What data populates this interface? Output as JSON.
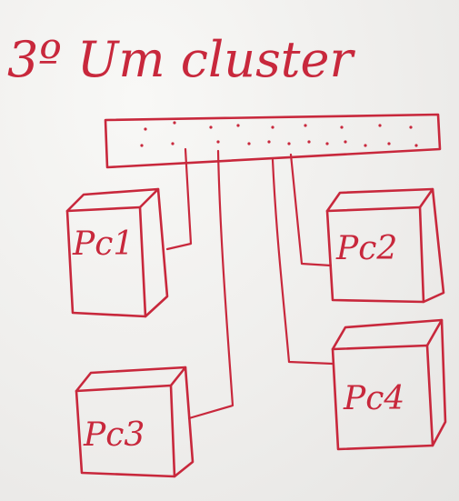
{
  "title": "3º Um cluster",
  "computers": [
    {
      "label": "Pc1"
    },
    {
      "label": "Pc2"
    },
    {
      "label": "Pc3"
    },
    {
      "label": "Pc4"
    }
  ],
  "colors": {
    "ink": "#c8283c",
    "board": "#f1f0ee"
  }
}
